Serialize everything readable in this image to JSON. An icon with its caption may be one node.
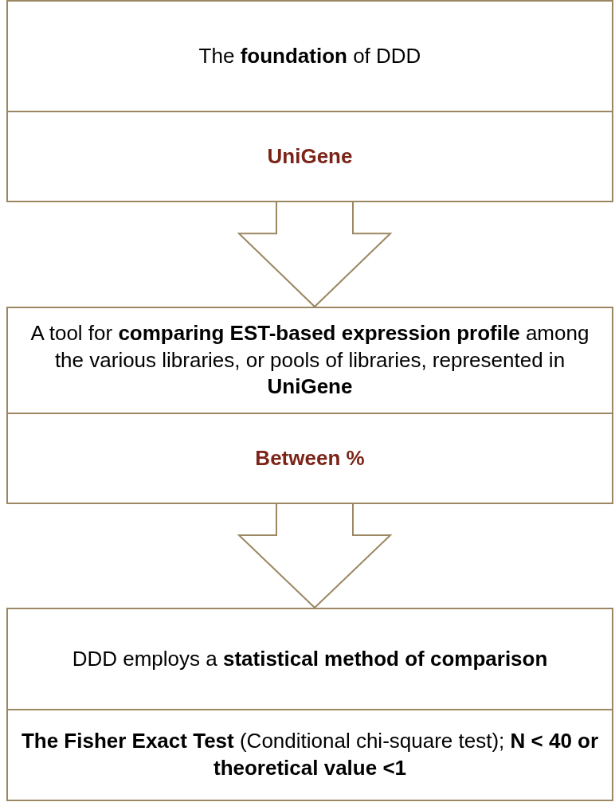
{
  "diagram": {
    "nodes": [
      {
        "text": [
          "The **foundation** of DDD"
        ]
      },
      {
        "text": [
          "UniGene"
        ]
      },
      {
        "text": [
          "A tool for **comparing** **EST-based expression profile** among the various libraries, or pools of libraries, represented in **UniGene**"
        ]
      },
      {
        "text": [
          "Between %"
        ]
      },
      {
        "text": [
          "DDD employs a **statistical** **method of comparison**"
        ]
      },
      {
        "text": [
          "**The Fisher Exact Test** (Conditional chi-square test); **N < 40 or theoretical value <1**"
        ]
      }
    ],
    "edges": [
      {
        "from": 1,
        "to": 2,
        "arrow": "to"
      },
      {
        "from": 3,
        "to": 4,
        "arrow": "to"
      }
    ]
  }
}
